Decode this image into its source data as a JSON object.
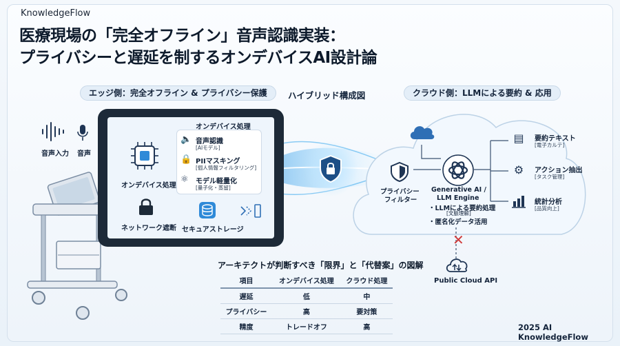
{
  "brand": "KnowledgeFlow",
  "title": {
    "line1": "医療現場の「完全オフライン」音声認識実装：",
    "line2": "プライバシーと遅延を制するオンデバイスAI設計論"
  },
  "edge_pill": "エッジ側：完全オフライン & プライバシー保護",
  "center_label": "ハイブリッド構成図",
  "cloud_pill": "クラウド側：LLMによる要約 & 応用",
  "edge": {
    "voice_input": "音声入力",
    "voice": "音声",
    "ondevice_processing_header": "オンデバイス処理",
    "chip_label": "オンデバイス処理",
    "features": [
      {
        "icon": "speaker-icon",
        "title": "音声認識",
        "sub": "[AIモデル]"
      },
      {
        "icon": "lock-icon",
        "title": "PIIマスキング",
        "sub": "[個人情報フィルタリング]"
      },
      {
        "icon": "atom-icon",
        "title": "モデル軽量化",
        "sub": "[量子化・蒸留]"
      }
    ],
    "network_cut": "ネットワーク遮断",
    "secure_storage": "セキュアストレージ"
  },
  "cloud": {
    "privacy_filter_line1": "プライバシー",
    "privacy_filter_line2": "フィルター",
    "engine_line1": "Generative AI /",
    "engine_line2": "LLM Engine",
    "engine_line3": "・LLMによる要約処理",
    "engine_line4": "[文脈理解]",
    "engine_line5": "・匿名化データ活用",
    "outputs": [
      {
        "icon": "document-icon",
        "title": "要約テキスト",
        "sub": "[電子カルテ]"
      },
      {
        "icon": "gear-icon",
        "title": "アクション抽出",
        "sub": "[タスク管理]"
      },
      {
        "icon": "bar-chart-icon",
        "title": "統計分析",
        "sub": "[品質向上]"
      }
    ],
    "public_api": "Public Cloud API"
  },
  "table": {
    "title": "アーキテクトが判断すべき「限界」と「代替案」の図解",
    "headers": [
      "項目",
      "オンデバイス処理",
      "クラウド処理"
    ],
    "rows": [
      [
        "遅延",
        "低",
        "中"
      ],
      [
        "プライバシー",
        "高",
        "要対策"
      ],
      [
        "精度",
        "トレードオフ",
        "高"
      ]
    ]
  },
  "footer": "2025 AI KnowledgeFlow",
  "colors": {
    "navy": "#1d2a38",
    "accent_blue": "#2f8ad8",
    "glow": "#7cc6f5",
    "blocked_red": "#d03a3a"
  }
}
